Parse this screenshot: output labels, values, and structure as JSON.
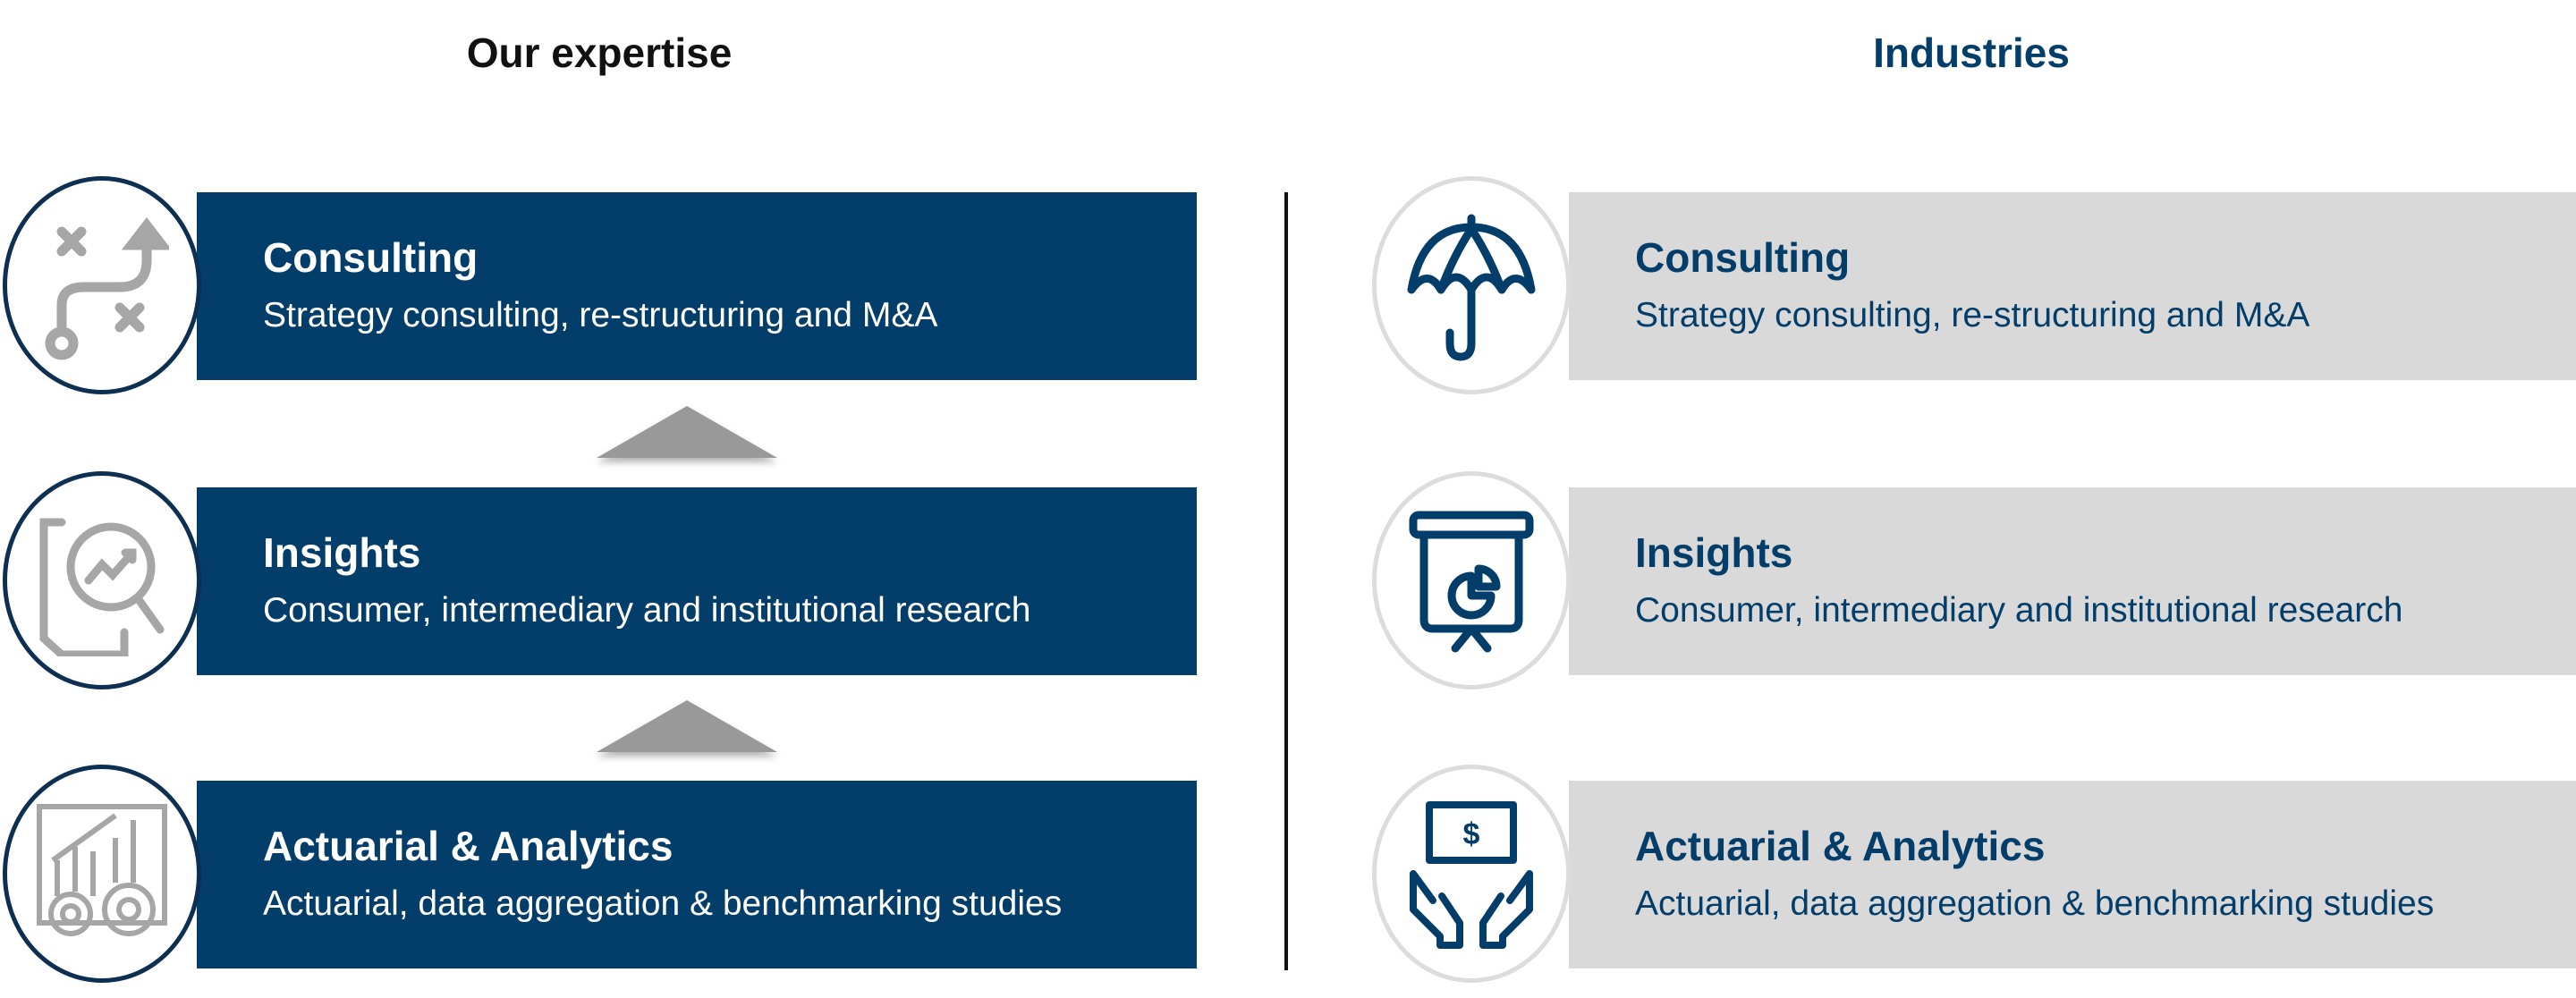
{
  "left": {
    "heading": "Our expertise",
    "items": [
      {
        "title": "Consulting",
        "subtitle": "Strategy consulting, re-structuring and M&A",
        "icon": "strategy-path-icon"
      },
      {
        "title": "Insights",
        "subtitle": "Consumer, intermediary and institutional research",
        "icon": "magnifier-chart-icon"
      },
      {
        "title": "Actuarial & Analytics",
        "subtitle": "Actuarial, data aggregation & benchmarking studies",
        "icon": "chart-gears-icon"
      }
    ]
  },
  "right": {
    "heading": "Industries",
    "items": [
      {
        "title": "Consulting",
        "subtitle": "Strategy consulting, re-structuring and M&A",
        "icon": "umbrella-icon"
      },
      {
        "title": "Insights",
        "subtitle": "Consumer, intermediary and institutional research",
        "icon": "presentation-pie-icon"
      },
      {
        "title": "Actuarial & Analytics",
        "subtitle": "Actuarial, data aggregation & benchmarking studies",
        "icon": "hands-money-icon"
      }
    ]
  },
  "colors": {
    "navy": "#033e6b",
    "light_gray": "#d9d9d9",
    "arrow_gray": "#999999",
    "icon_gray": "#a6a6a6"
  }
}
